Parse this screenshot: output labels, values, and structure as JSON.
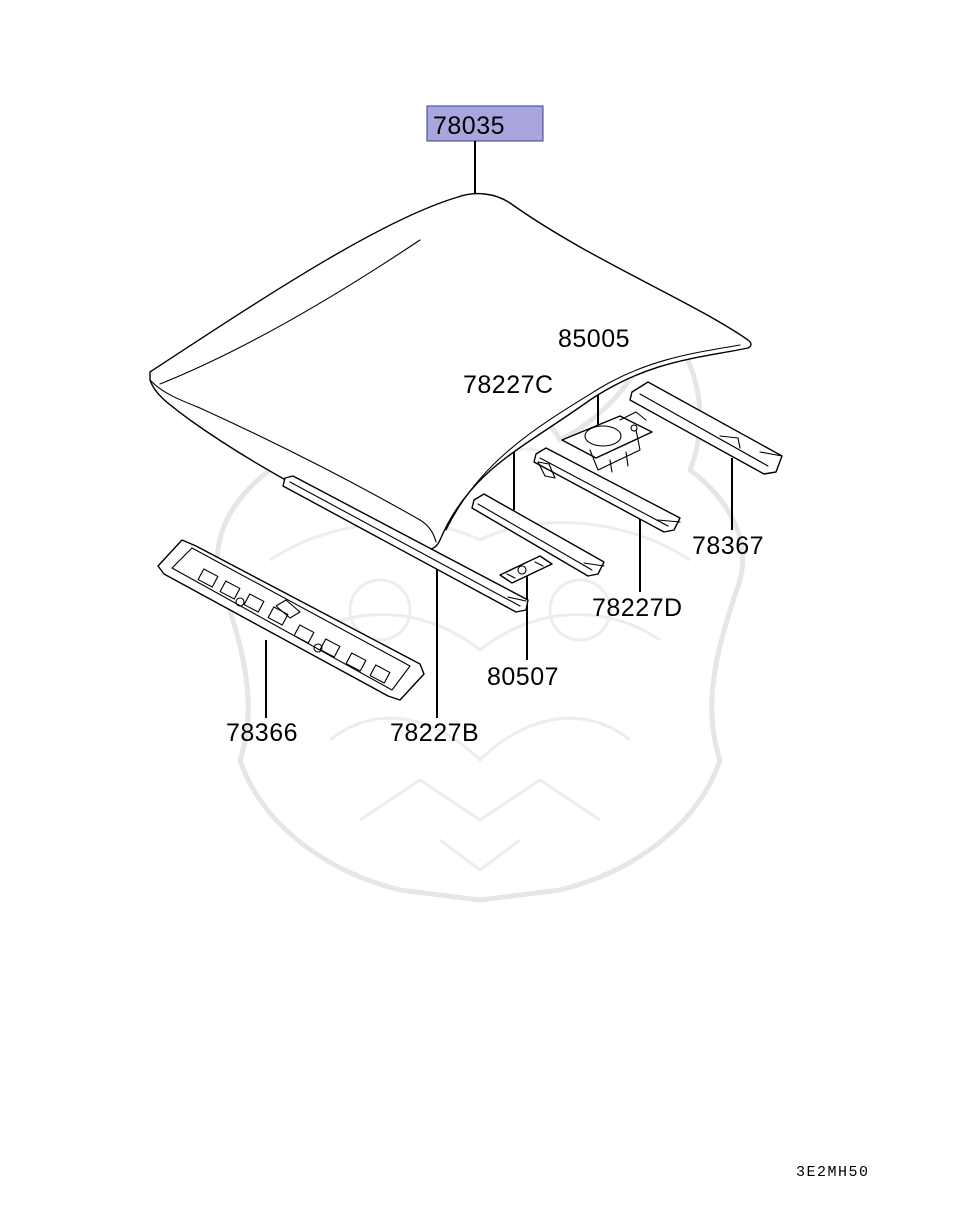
{
  "parts": {
    "roof_panel": "78035",
    "bracket_85005": "85005",
    "bow_c": "78227C",
    "rail_78367": "78367",
    "bow_d": "78227D",
    "bracket_80507": "80507",
    "header_rail": "78366",
    "bow_b": "78227B"
  },
  "diagram_code": "3E2MH50",
  "colors": {
    "highlight": "#a9a6dd",
    "watermark": "#e6e6e6",
    "line": "#000000"
  }
}
